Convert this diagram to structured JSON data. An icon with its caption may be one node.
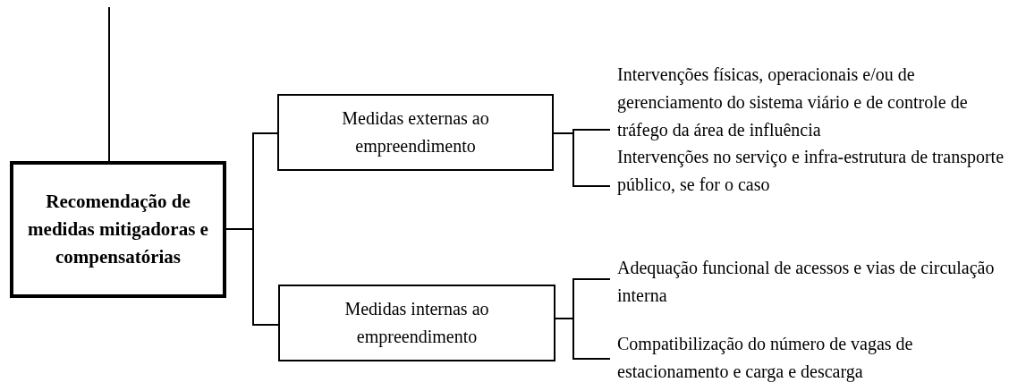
{
  "diagram": {
    "nodes": [
      {
        "text": [
          "Recomendação de medidas mitigadoras e compensatórias"
        ]
      },
      {
        "text": [
          "Medidas externas ao empreendimento"
        ]
      },
      {
        "text": [
          "Medidas internas ao empreendimento"
        ]
      },
      {
        "text": [
          "Intervenções físicas, operacionais e/ou de gerenciamento do sistema viário e de controle de tráfego da área de influência"
        ]
      },
      {
        "text": [
          "Intervenções no serviço e infra-estrutura de transporte público, se for o caso"
        ]
      },
      {
        "text": [
          "Adequação funcional de acessos e vias de circulação interna"
        ]
      },
      {
        "text": [
          "Compatibilização do número de vagas de estacionamento e carga e descarga"
        ]
      }
    ],
    "edges": [
      {
        "from": null,
        "to": 0,
        "arrow": "none"
      },
      {
        "from": 0,
        "to": 1,
        "arrow": "none"
      },
      {
        "from": 0,
        "to": 2,
        "arrow": "none"
      },
      {
        "from": 1,
        "to": 3,
        "arrow": "none"
      },
      {
        "from": 1,
        "to": 4,
        "arrow": "none"
      },
      {
        "from": 2,
        "to": 5,
        "arrow": "none"
      },
      {
        "from": 2,
        "to": 6,
        "arrow": "none"
      }
    ]
  }
}
